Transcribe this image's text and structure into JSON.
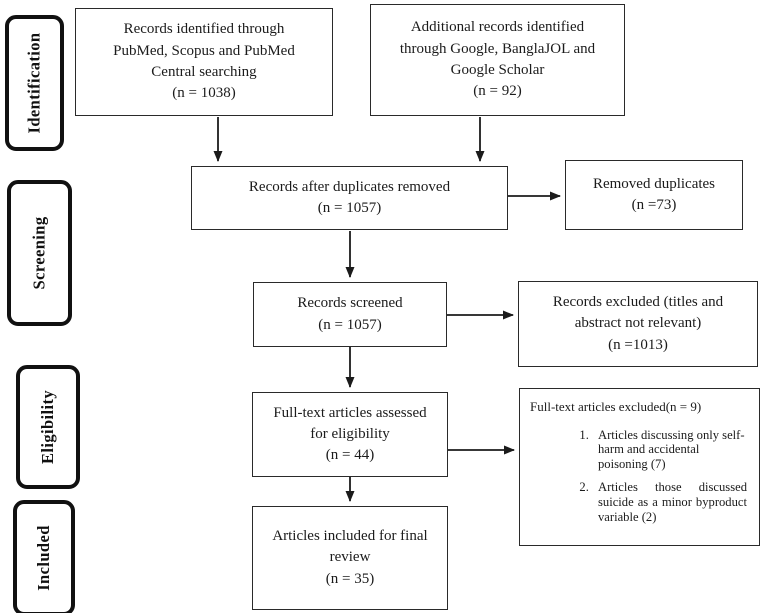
{
  "stages": {
    "identification": "Identification",
    "screening": "Screening",
    "eligibility": "Eligibility",
    "included": "Included"
  },
  "boxes": {
    "records_identified": "Records identified through\nPubMed, Scopus and PubMed\nCentral searching\n(n = 1038)",
    "additional_records": "Additional records identified\nthrough Google, BanglaJOL and\nGoogle Scholar\n(n = 92)",
    "duplicates_removed": "Records after duplicates removed\n(n = 1057)",
    "removed_duplicates": "Removed duplicates\n(n =73)",
    "records_screened": "Records screened\n(n = 1057)",
    "records_excluded": "Records excluded (titles and\nabstract not relevant)\n(n =1013)",
    "fulltext_assessed": "Full-text articles assessed\nfor eligibility\n(n = 44)",
    "fulltext_excluded": {
      "header": "Full-text articles excluded(n = 9)",
      "items": [
        "Articles discussing only self-harm and accidental poisoning (7)",
        "Articles those discussed suicide as a minor byproduct variable (2)"
      ]
    },
    "articles_included": "Articles included for final\nreview\n(n = 35)"
  }
}
